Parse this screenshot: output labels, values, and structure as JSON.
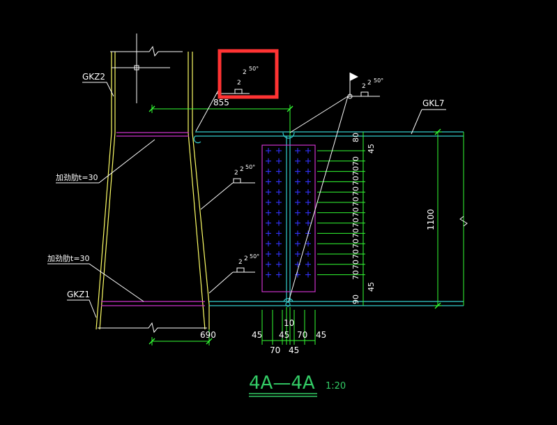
{
  "colors": {
    "background": "#000000",
    "column": "#ffff66",
    "beam": "#33cccc",
    "stiffener": "#cc33cc",
    "dimension": "#33ff33",
    "bolt": "#3333ff",
    "text": "#ffffff",
    "leader": "#ffffff",
    "title": "#33cc66",
    "highlight": "#ff3333"
  },
  "labels": {
    "gkz2": "GKZ2",
    "gkz1": "GKZ1",
    "gkl7": "GKL7",
    "stiffener_top": "加劲肋t=30",
    "stiffener_bottom": "加劲肋t=30"
  },
  "welds": [
    {
      "size_a": "2",
      "size_b": "2",
      "angle": "50°"
    },
    {
      "size_a": "2",
      "size_b": "2",
      "angle": "50°"
    },
    {
      "size_a": "2",
      "size_b": "2",
      "angle": "50°"
    },
    {
      "size_a": "2",
      "size_b": "2",
      "angle": "50°"
    }
  ],
  "dimensions": {
    "top_width": "855",
    "bottom_width": "690",
    "beam_depth": "1100",
    "vertical_stack": [
      "80",
      "45",
      "70",
      "70",
      "70",
      "70",
      "70",
      "70",
      "70",
      "70",
      "70",
      "70",
      "70",
      "70",
      "45",
      "90"
    ],
    "center_gap": "10",
    "bottom_left": [
      "45",
      "45",
      "70",
      "45"
    ],
    "bottom_lower": [
      "70",
      "45"
    ]
  },
  "section": {
    "title": "4A—4A",
    "scale": "1:20"
  }
}
